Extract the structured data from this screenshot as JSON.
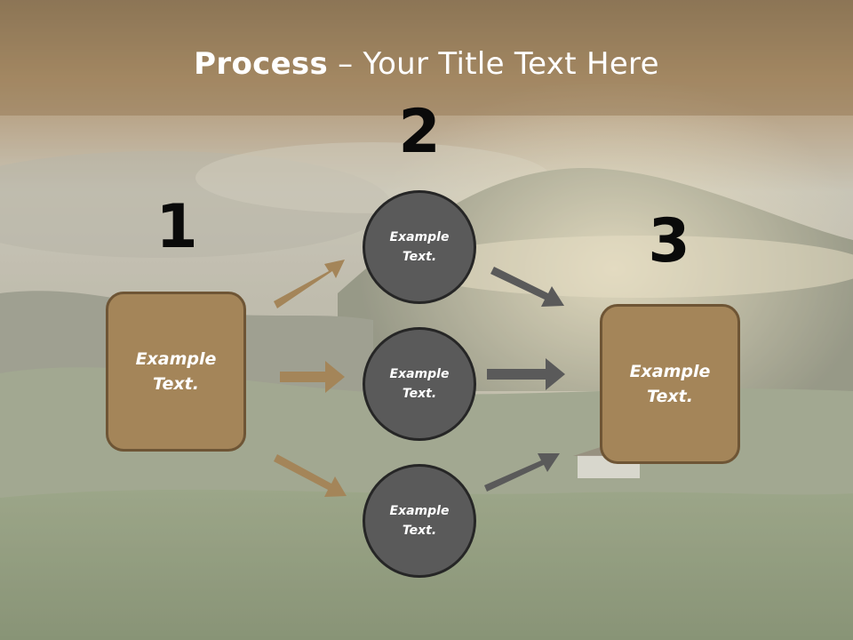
{
  "title": {
    "bold": "Process",
    "rest": " – Your Title Text Here"
  },
  "steps": {
    "s1": {
      "number": "1",
      "line1": "Example",
      "line2": "Text."
    },
    "s2": {
      "number": "2"
    },
    "s3": {
      "number": "3",
      "line1": "Example",
      "line2": "Text."
    }
  },
  "circles": [
    {
      "line1": "Example",
      "line2": "Text."
    },
    {
      "line1": "Example",
      "line2": "Text."
    },
    {
      "line1": "Example",
      "line2": "Text."
    }
  ],
  "colors": {
    "box_fill": "#a48559",
    "box_border": "#6e5535",
    "circle_fill": "#5a5a5a",
    "circle_border": "#262626",
    "arrow_brown": "#a48559",
    "arrow_gray": "#5a5a5a",
    "title_band": "#8e6e45"
  }
}
